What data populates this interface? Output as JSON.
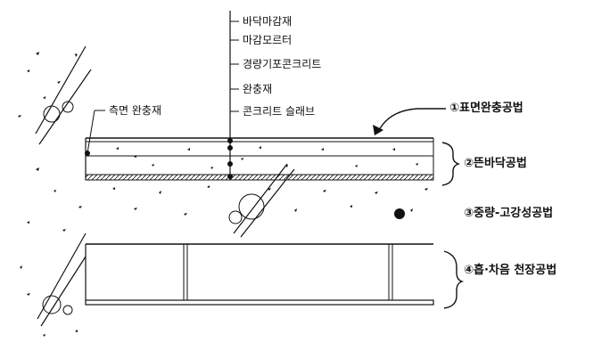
{
  "layer_labels": {
    "floor_finish": "바닥마감재",
    "finish_mortar": "마감모르터",
    "lightweight_foam_concrete": "경량기포콘크리트",
    "cushion": "완충재",
    "concrete_slab": "콘크리트 슬래브"
  },
  "side_cushion": "측면 완충재",
  "methods": {
    "m1": "①표면완충공법",
    "m2": "②뜬바닥공법",
    "m3": "③중량-고강성공법",
    "m4": "④흡·차음 천장공법"
  },
  "colors": {
    "line": "#111111",
    "background": "#ffffff"
  }
}
